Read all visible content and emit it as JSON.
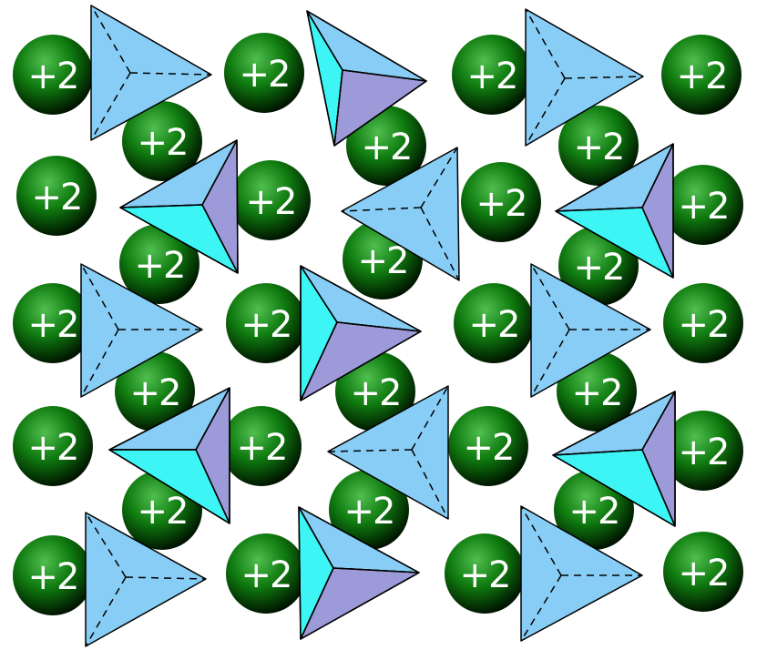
{
  "diagram": {
    "ion_charge_label": "+2",
    "colors": {
      "background": "#ffffff",
      "cation_light": "#4fbf4f",
      "cation_mid": "#0f7a0f",
      "cation_dark": "#001400",
      "anion_face": "#87cdf5",
      "anion_face_bright": "#3df5f5",
      "anion_face_shade": "#9c9ad8",
      "edge": "#000000",
      "label_text": "#ffffff"
    },
    "tetrahedron_styles": [
      "edge-on dashed",
      "shaded solid"
    ]
  }
}
